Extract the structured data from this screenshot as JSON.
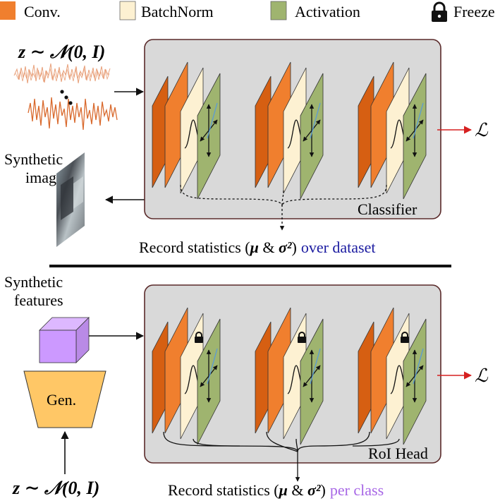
{
  "legend": {
    "conv": "Conv.",
    "batchnorm": "BatchNorm",
    "activation": "Activation",
    "freeze": "Freeze"
  },
  "colors": {
    "conv": "#f07f2e",
    "conv_side": "#d65f12",
    "batchnorm": "#fdf1d2",
    "activation": "#9fb46f",
    "panel": "#d9d9d9",
    "panel_border": "#5a2a2a",
    "loss_arrow": "#d62020",
    "over_dataset": "#1a1aa0",
    "per_class": "#a766e6",
    "features": "#cc99ff",
    "generator": "#ffc766",
    "noise": "#d96a2e"
  },
  "top": {
    "noise_label": "z ∼ 𝒩(0, I)",
    "synthetic_image_line1": "Synthetic",
    "synthetic_image_line2": "image",
    "panel_label": "Classifier",
    "loss": "ℒ",
    "record_prefix": "Record statistics (",
    "record_mu": "μ",
    "record_amp": " & ",
    "record_sigma": "σ²",
    "record_close": ")",
    "record_suffix": "over dataset"
  },
  "bottom": {
    "synthetic_features_line1": "Synthetic",
    "synthetic_features_line2": "features",
    "generator_label": "Gen.",
    "noise_label": "z ∼ 𝒩(0, I)",
    "panel_label": "RoI Head",
    "loss": "ℒ",
    "record_prefix": "Record statistics (",
    "record_mu": "μ",
    "record_amp": " & ",
    "record_sigma": "σ²",
    "record_close": ")",
    "record_suffix": "per class"
  }
}
